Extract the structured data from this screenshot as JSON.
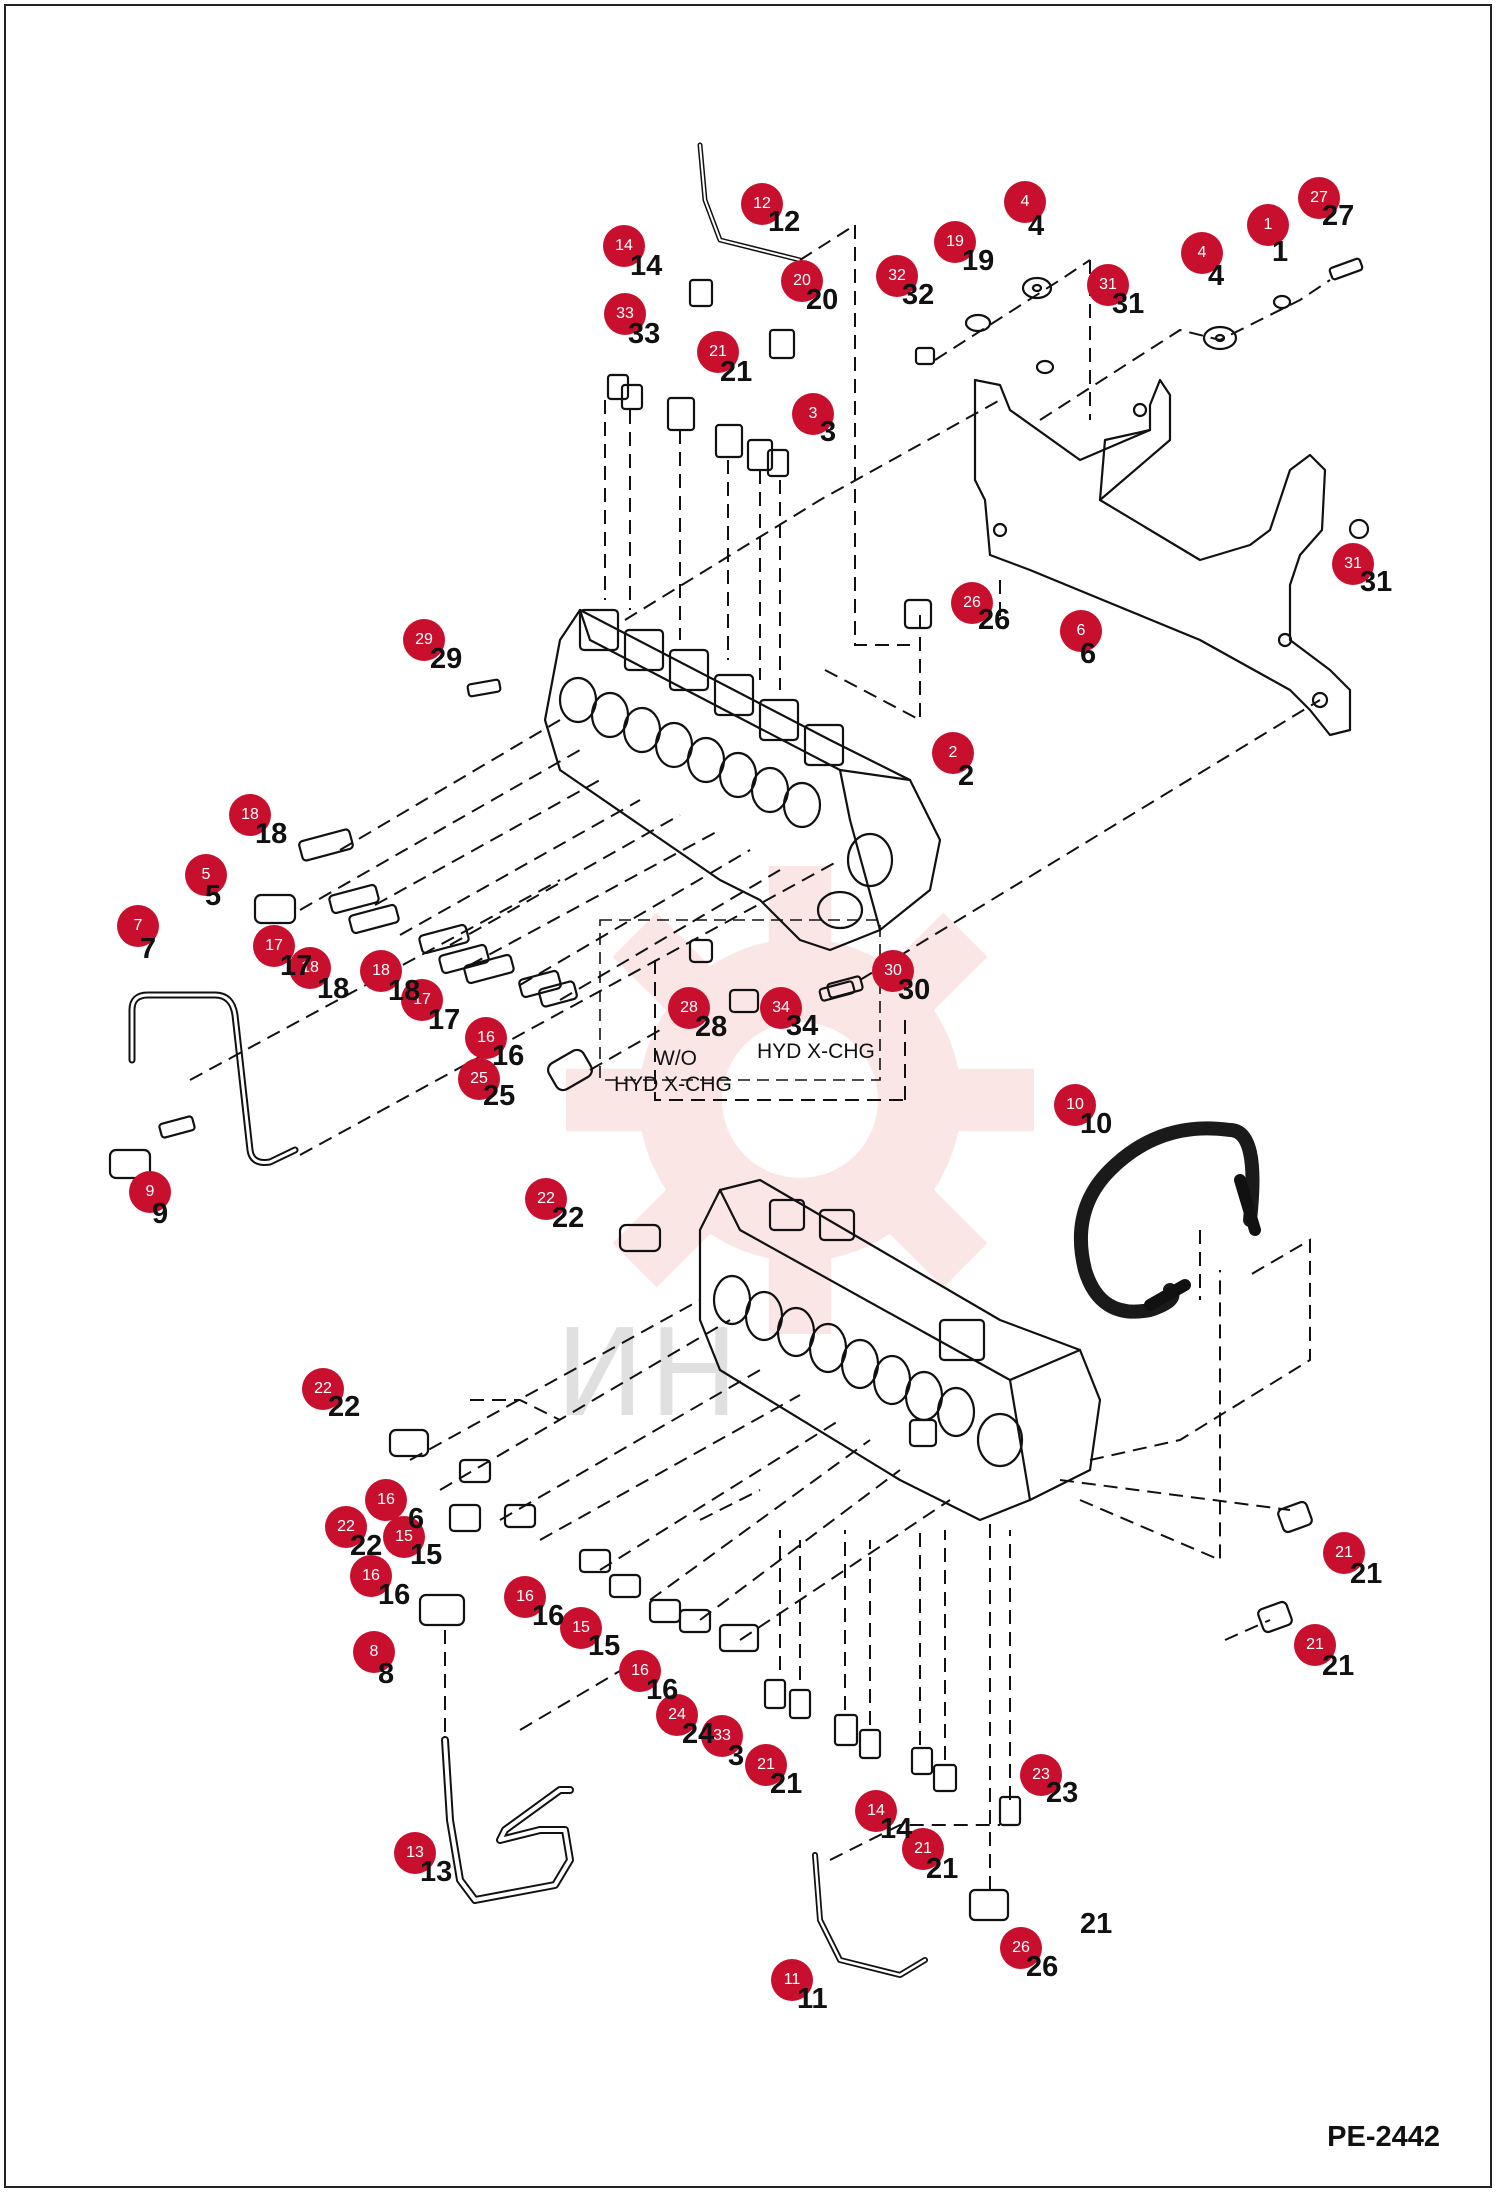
{
  "diagram": {
    "reference_code": "PE-2442",
    "accent_color": "#c8102e",
    "watermark_color": "#e23a3a",
    "watermark_text": "ИН",
    "notes": {
      "wo": "W/O",
      "hyd_xchg_1": "HYD X-CHG",
      "hyd_xchg_2": "HYD X-CHG"
    },
    "callouts": [
      {
        "id": "c1",
        "label": "1"
      },
      {
        "id": "c2",
        "label": "2"
      },
      {
        "id": "c3",
        "label": "3"
      },
      {
        "id": "c4a",
        "label": "4"
      },
      {
        "id": "c4b",
        "label": "4"
      },
      {
        "id": "c5",
        "label": "5"
      },
      {
        "id": "c6",
        "label": "6"
      },
      {
        "id": "c7",
        "label": "7"
      },
      {
        "id": "c8",
        "label": "8"
      },
      {
        "id": "c9",
        "label": "9"
      },
      {
        "id": "c10",
        "label": "10"
      },
      {
        "id": "c11",
        "label": "11"
      },
      {
        "id": "c12",
        "label": "12"
      },
      {
        "id": "c13",
        "label": "13"
      },
      {
        "id": "c14a",
        "label": "14"
      },
      {
        "id": "c14b",
        "label": "14"
      },
      {
        "id": "c15a",
        "label": "15"
      },
      {
        "id": "c15b",
        "label": "15"
      },
      {
        "id": "c16a",
        "label": "16"
      },
      {
        "id": "c16b",
        "label": "16"
      },
      {
        "id": "c16c",
        "label": "16"
      },
      {
        "id": "c16d",
        "label": "16"
      },
      {
        "id": "c16e",
        "label": "16"
      },
      {
        "id": "c17a",
        "label": "17"
      },
      {
        "id": "c17b",
        "label": "17"
      },
      {
        "id": "c18a",
        "label": "18"
      },
      {
        "id": "c18b",
        "label": "18"
      },
      {
        "id": "c18c",
        "label": "18"
      },
      {
        "id": "c19",
        "label": "19"
      },
      {
        "id": "c20",
        "label": "20"
      },
      {
        "id": "c21a",
        "label": "21"
      },
      {
        "id": "c21b",
        "label": "21"
      },
      {
        "id": "c21c",
        "label": "21"
      },
      {
        "id": "c21d",
        "label": "21"
      },
      {
        "id": "c21e",
        "label": "21"
      },
      {
        "id": "c22a",
        "label": "22"
      },
      {
        "id": "c22b",
        "label": "22"
      },
      {
        "id": "c22c",
        "label": "22"
      },
      {
        "id": "c23",
        "label": "23"
      },
      {
        "id": "c24",
        "label": "24"
      },
      {
        "id": "c25",
        "label": "25"
      },
      {
        "id": "c26a",
        "label": "26"
      },
      {
        "id": "c26b",
        "label": "26"
      },
      {
        "id": "c27",
        "label": "27"
      },
      {
        "id": "c28",
        "label": "28"
      },
      {
        "id": "c29",
        "label": "29"
      },
      {
        "id": "c30",
        "label": "30"
      },
      {
        "id": "c31a",
        "label": "31"
      },
      {
        "id": "c31b",
        "label": "31"
      },
      {
        "id": "c32",
        "label": "32"
      },
      {
        "id": "c33a",
        "label": "33"
      },
      {
        "id": "c33b",
        "label": "33"
      },
      {
        "id": "c34",
        "label": "34"
      }
    ],
    "part_numbers": [
      {
        "id": "n1",
        "label": "1"
      },
      {
        "id": "n2",
        "label": "2"
      },
      {
        "id": "n3",
        "label": "3"
      },
      {
        "id": "n4a",
        "label": "4"
      },
      {
        "id": "n4b",
        "label": "4"
      },
      {
        "id": "n5",
        "label": "5"
      },
      {
        "id": "n6",
        "label": "6"
      },
      {
        "id": "n7",
        "label": "7"
      },
      {
        "id": "n8",
        "label": "8"
      },
      {
        "id": "n9",
        "label": "9"
      },
      {
        "id": "n10",
        "label": "10"
      },
      {
        "id": "n11",
        "label": "11"
      },
      {
        "id": "n12",
        "label": "12"
      },
      {
        "id": "n13",
        "label": "13"
      },
      {
        "id": "n14a",
        "label": "14"
      },
      {
        "id": "n14b",
        "label": "14"
      },
      {
        "id": "n15a",
        "label": "15"
      },
      {
        "id": "n15b",
        "label": "15"
      },
      {
        "id": "n16a",
        "label": "16"
      },
      {
        "id": "n16b",
        "label": "6"
      },
      {
        "id": "n16c",
        "label": "16"
      },
      {
        "id": "n16d",
        "label": "16"
      },
      {
        "id": "n16e",
        "label": "16"
      },
      {
        "id": "n17a",
        "label": "17"
      },
      {
        "id": "n17b",
        "label": "17"
      },
      {
        "id": "n18a",
        "label": "18"
      },
      {
        "id": "n18b",
        "label": "18"
      },
      {
        "id": "n18c",
        "label": "18"
      },
      {
        "id": "n19",
        "label": "19"
      },
      {
        "id": "n20",
        "label": "20"
      },
      {
        "id": "n21a",
        "label": "21"
      },
      {
        "id": "n21b",
        "label": "21"
      },
      {
        "id": "n21c",
        "label": "21"
      },
      {
        "id": "n21d",
        "label": "21"
      },
      {
        "id": "n21e",
        "label": "21"
      },
      {
        "id": "n21f",
        "label": "21"
      },
      {
        "id": "n22a",
        "label": "22"
      },
      {
        "id": "n22b",
        "label": "22"
      },
      {
        "id": "n22c",
        "label": "22"
      },
      {
        "id": "n23",
        "label": "23"
      },
      {
        "id": "n24",
        "label": "24"
      },
      {
        "id": "n25",
        "label": "25"
      },
      {
        "id": "n26a",
        "label": "26"
      },
      {
        "id": "n26b",
        "label": "26"
      },
      {
        "id": "n27",
        "label": "27"
      },
      {
        "id": "n28",
        "label": "28"
      },
      {
        "id": "n29",
        "label": "29"
      },
      {
        "id": "n30",
        "label": "30"
      },
      {
        "id": "n31a",
        "label": "31"
      },
      {
        "id": "n31b",
        "label": "31"
      },
      {
        "id": "n32",
        "label": "32"
      },
      {
        "id": "n33a",
        "label": "33"
      },
      {
        "id": "n33b",
        "label": "3"
      },
      {
        "id": "n34",
        "label": "34"
      }
    ]
  }
}
